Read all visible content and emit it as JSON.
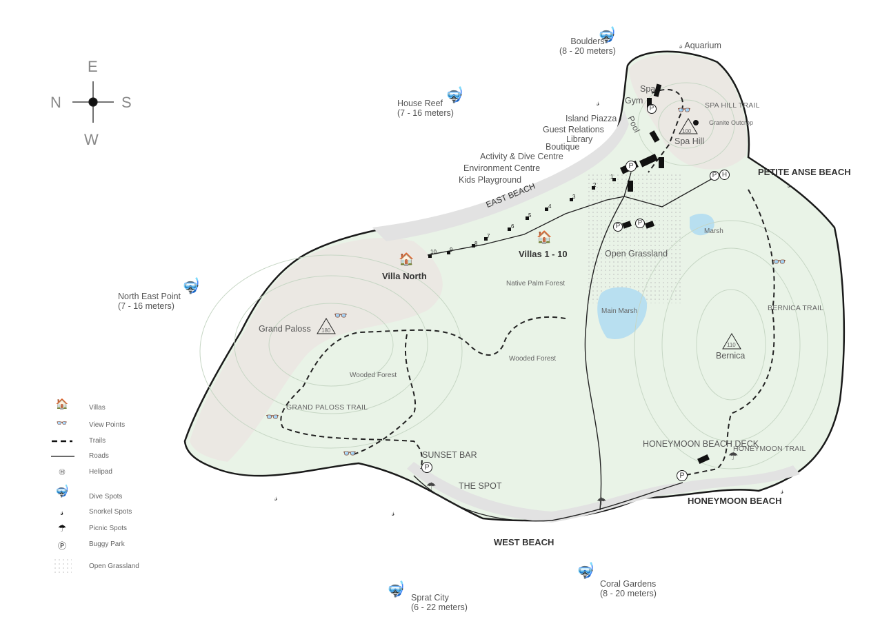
{
  "compass": {
    "north": "N",
    "south": "S",
    "east": "E",
    "west": "W"
  },
  "dive_spots": [
    {
      "name": "Boulders",
      "depth": "(8 - 20 meters)"
    },
    {
      "name": "House Reef",
      "depth": "(7 - 16 meters)"
    },
    {
      "name": "North East Point",
      "depth": "(7 - 16 meters)"
    },
    {
      "name": "Coral Gardens",
      "depth": "(8 - 20 meters)"
    },
    {
      "name": "Sprat City",
      "depth": "(6 - 22 meters)"
    }
  ],
  "snorkel": {
    "aquarium": "Aquarium"
  },
  "facilities": [
    "Spa",
    "Gym",
    "Pool",
    "Island Piazza",
    "Guest Relations",
    "Library",
    "Boutique",
    "Activity & Dive Centre",
    "Environment Centre",
    "Kids Playground"
  ],
  "places": {
    "spa_hill": "Spa Hill",
    "spa_hill_elev": "100",
    "granite": "Granite Outcrop",
    "spa_hill_trail": "SPA HILL TRAIL",
    "petite_anse": "PETITE ANSE BEACH",
    "east_beach": "EAST BEACH",
    "marsh": "Marsh",
    "open_grassland": "Open Grassland",
    "villas": "Villas 1 - 10",
    "villa_north": "Villa North",
    "native_palm": "Native Palm Forest",
    "main_marsh": "Main Marsh",
    "bernica_trail": "BERNICA TRAIL",
    "bernica": "Bernica",
    "bernica_elev": "110",
    "grand_paloss": "Grand Paloss",
    "grand_paloss_elev": "180",
    "wooded_forest_1": "Wooded Forest",
    "wooded_forest_2": "Wooded Forest",
    "grand_paloss_trail": "GRAND PALOSS TRAIL",
    "sunset_bar": "SUNSET BAR",
    "the_spot": "THE SPOT",
    "honeymoon_deck": "HONEYMOON BEACH DECK",
    "honeymoon_trail": "HONEYMOON  TRAIL",
    "honeymoon_beach": "HONEYMOON BEACH",
    "west_beach": "WEST BEACH"
  },
  "villa_numbers": [
    "1",
    "2",
    "3",
    "4",
    "5",
    "6",
    "7",
    "8",
    "9",
    "10"
  ],
  "legend": [
    "Villas",
    "View Points",
    "Trails",
    "Roads",
    "Helipad",
    "Dive Spots",
    "Snorkel Spots",
    "Picnic Spots",
    "Buggy Park",
    "Open Grassland"
  ],
  "colors": {
    "land": "#e9f3e7",
    "hill": "#ebe8e3",
    "beach": "#e2e2e2",
    "water": "#b8dff0",
    "coast": "#1a1a1a"
  }
}
